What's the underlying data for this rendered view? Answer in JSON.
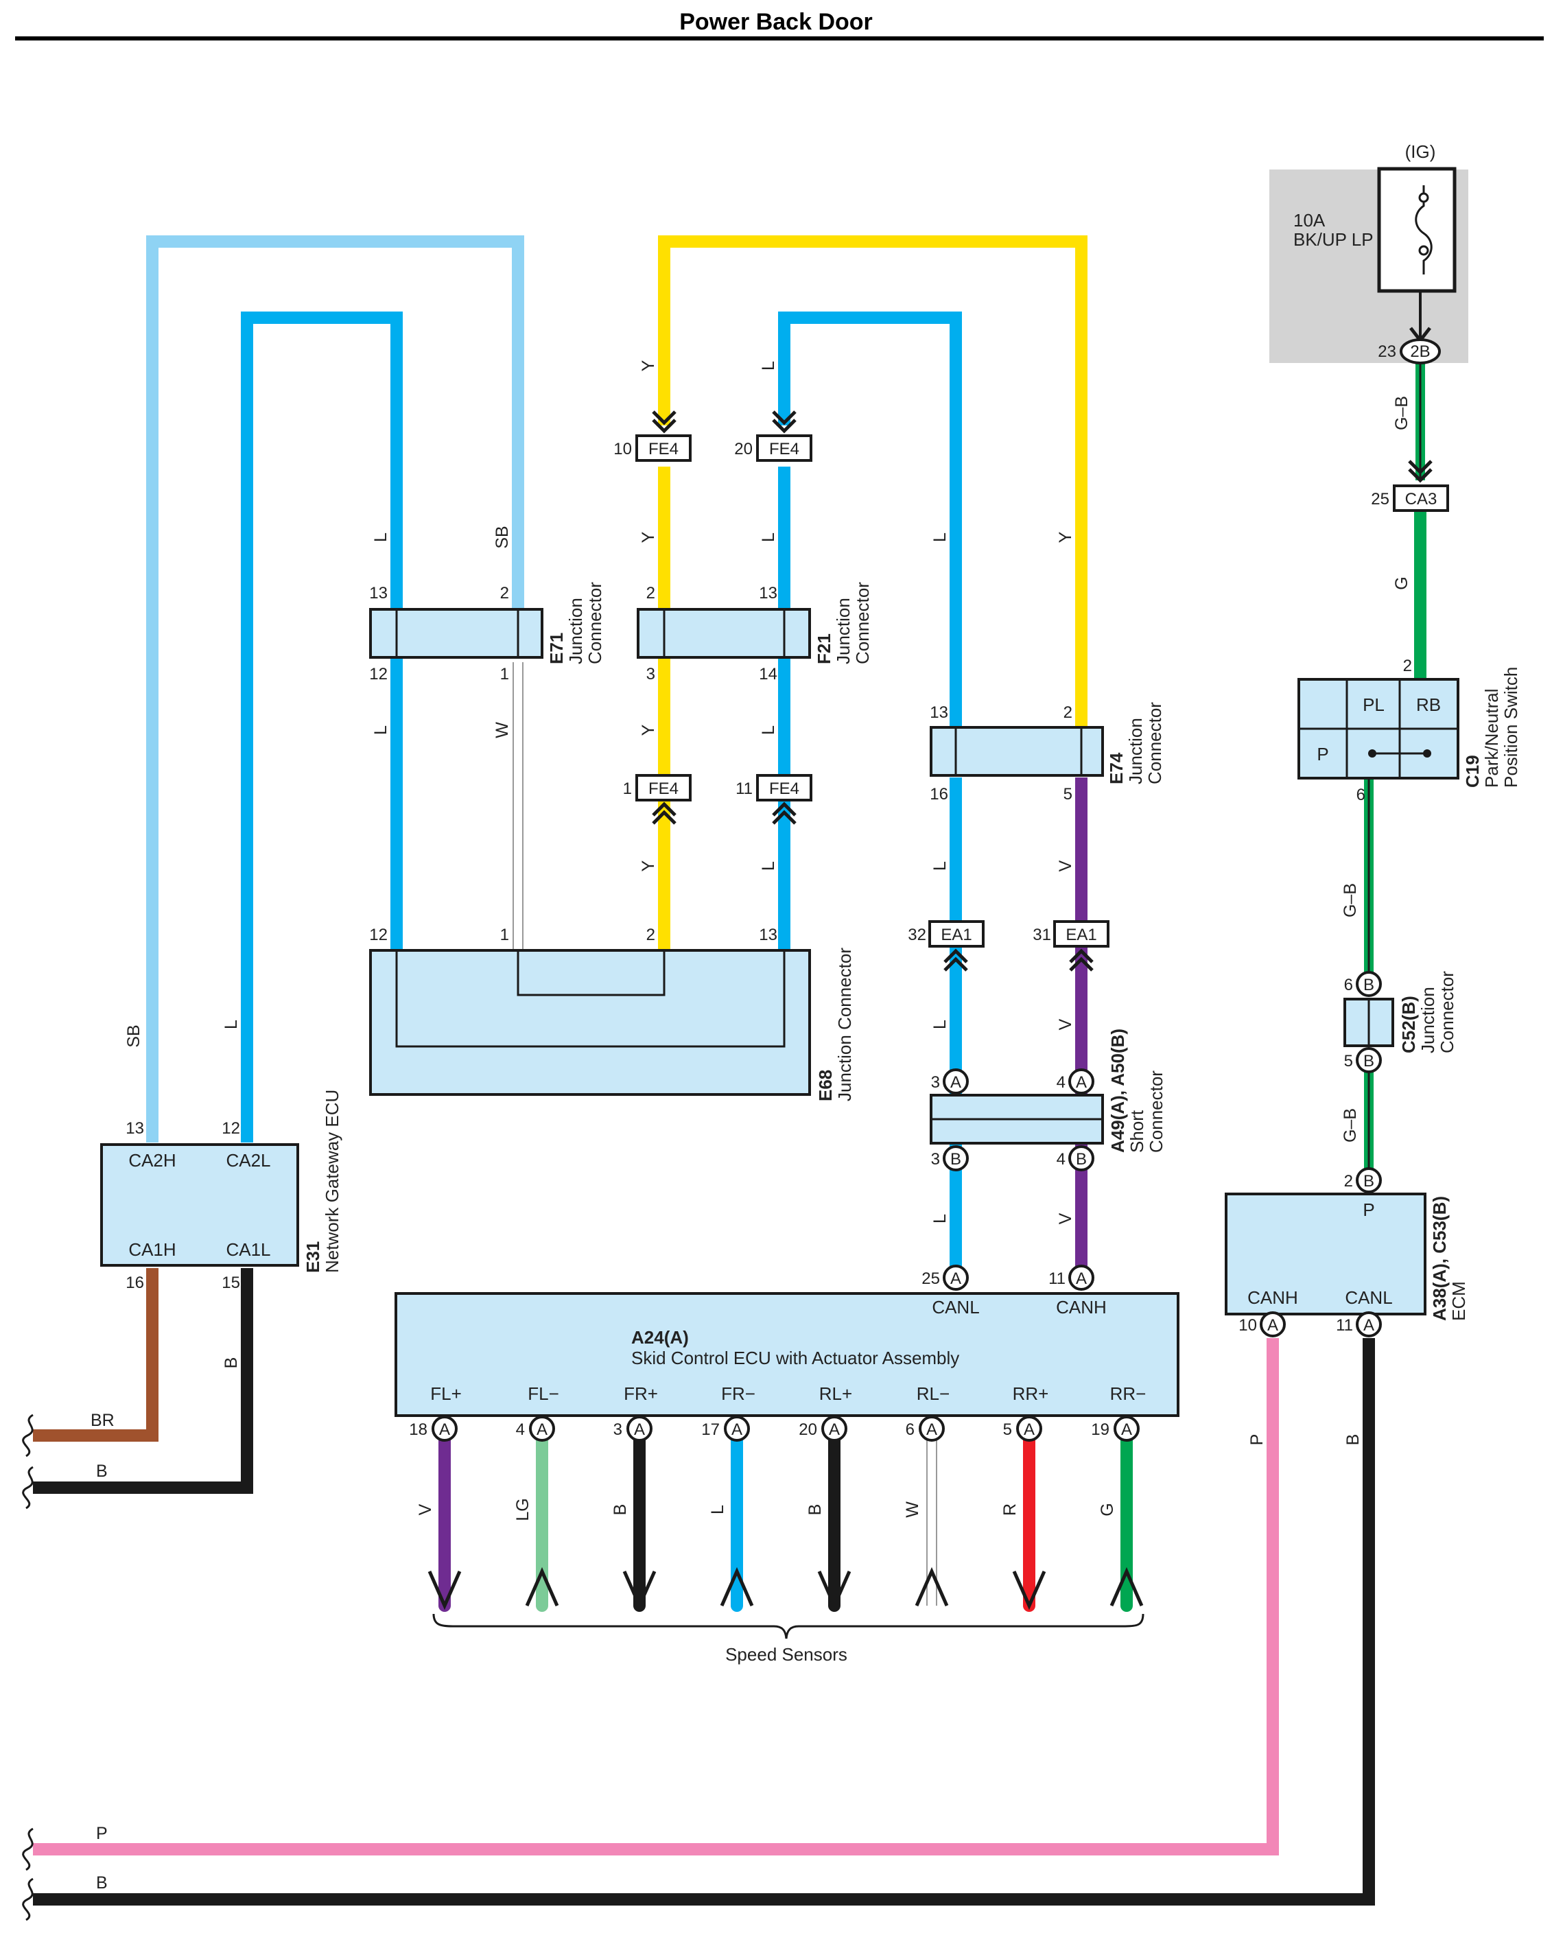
{
  "page": {
    "title": "Power Back Door"
  },
  "colors": {
    "SB": "#8fd3f4",
    "L": "#00aeef",
    "Y": "#ffe000",
    "V": "#6f2c91",
    "W": "#ffffff",
    "G": "#00a651",
    "G-B": "#00a651",
    "BR": "#a0522d",
    "B": "#1a1a1a",
    "P": "#f287b7",
    "LG": "#7ccb98",
    "R": "#ed1c24",
    "box": "#c9e8f8",
    "fuse_area": "#d3d3d3"
  },
  "fuse": {
    "supply": "(IG)",
    "rating": "10A",
    "name": "BK/UP LP"
  },
  "connectors": {
    "fe4_top_left": "FE4",
    "fe4_top_right": "FE4",
    "fe4_bot_left": "FE4",
    "fe4_bot_right": "FE4",
    "ea1_left": "EA1",
    "ea1_right": "EA1",
    "fuse_out": "2B",
    "ca3": "CA3",
    "a_mark": "A",
    "b_mark": "B"
  },
  "components": {
    "e71": {
      "code": "E71",
      "name1": "Junction",
      "name2": "Connector"
    },
    "f21": {
      "code": "F21",
      "name1": "Junction",
      "name2": "Connector"
    },
    "e74": {
      "code": "E74",
      "name1": "Junction",
      "name2": "Connector"
    },
    "e68": {
      "code": "E68",
      "name": "Junction Connector"
    },
    "e31": {
      "code": "E31",
      "name": "Network Gateway ECU",
      "pin_ca2h": "CA2H",
      "pin_ca2l": "CA2L",
      "pin_ca1h": "CA1H",
      "pin_ca1l": "CA1L"
    },
    "c19": {
      "code": "C19",
      "name1": "Park/Neutral",
      "name2": "Position Switch",
      "pl": "PL",
      "rb": "RB",
      "p": "P"
    },
    "c52": {
      "code": "C52(B)",
      "name1": "Junction",
      "name2": "Connector"
    },
    "a49": {
      "code": "A49(A), A50(B)",
      "name1": "Short",
      "name2": "Connector"
    },
    "a24": {
      "code": "A24(A)",
      "name": "Skid Control ECU with Actuator Assembly",
      "canl": "CANL",
      "canh": "CANH",
      "terminals": [
        "FL+",
        "FL−",
        "FR+",
        "FR−",
        "RL+",
        "RL−",
        "RR+",
        "RR−"
      ],
      "pins": [
        "18",
        "4",
        "3",
        "17",
        "20",
        "6",
        "5",
        "19"
      ],
      "wires": [
        "V",
        "LG",
        "B",
        "L",
        "B",
        "W",
        "R",
        "G"
      ]
    },
    "a38": {
      "code": "A38(A), C53(B)",
      "name": "ECM",
      "p": "P",
      "canh": "CANH",
      "canl": "CANL"
    }
  },
  "labels": {
    "speed_sensors": "Speed Sensors"
  },
  "pins": {
    "fe4_10": "10",
    "fe4_20": "20",
    "fe4_1": "1",
    "fe4_11": "11",
    "e71_13": "13",
    "e71_2": "2",
    "e71_12": "12",
    "e71_1": "1",
    "f21_2": "2",
    "f21_13": "13",
    "f21_3": "3",
    "f21_14": "14",
    "e74_13": "13",
    "e74_2": "2",
    "e74_16": "16",
    "e74_5": "5",
    "e68_12": "12",
    "e68_1": "1",
    "e68_2": "2",
    "e68_13": "13",
    "ea1_32": "32",
    "ea1_31": "31",
    "a49_3": "3",
    "a49_4": "4",
    "a50_3": "3",
    "a50_4": "4",
    "a24_25": "25",
    "a24_11": "11",
    "e31_13": "13",
    "e31_12": "12",
    "e31_16": "16",
    "e31_15": "15",
    "fuse_23": "23",
    "ca3_25": "25",
    "c19_2": "2",
    "c19_6": "6",
    "c52_6": "6",
    "c52_5": "5",
    "a38_2": "2",
    "a38_10": "10",
    "a38_11": "11"
  },
  "wire_labels": {
    "sb": "SB",
    "l": "L",
    "y": "Y",
    "w": "W",
    "v": "V",
    "g": "G",
    "gb": "G–B",
    "br": "BR",
    "b": "B",
    "p": "P"
  }
}
